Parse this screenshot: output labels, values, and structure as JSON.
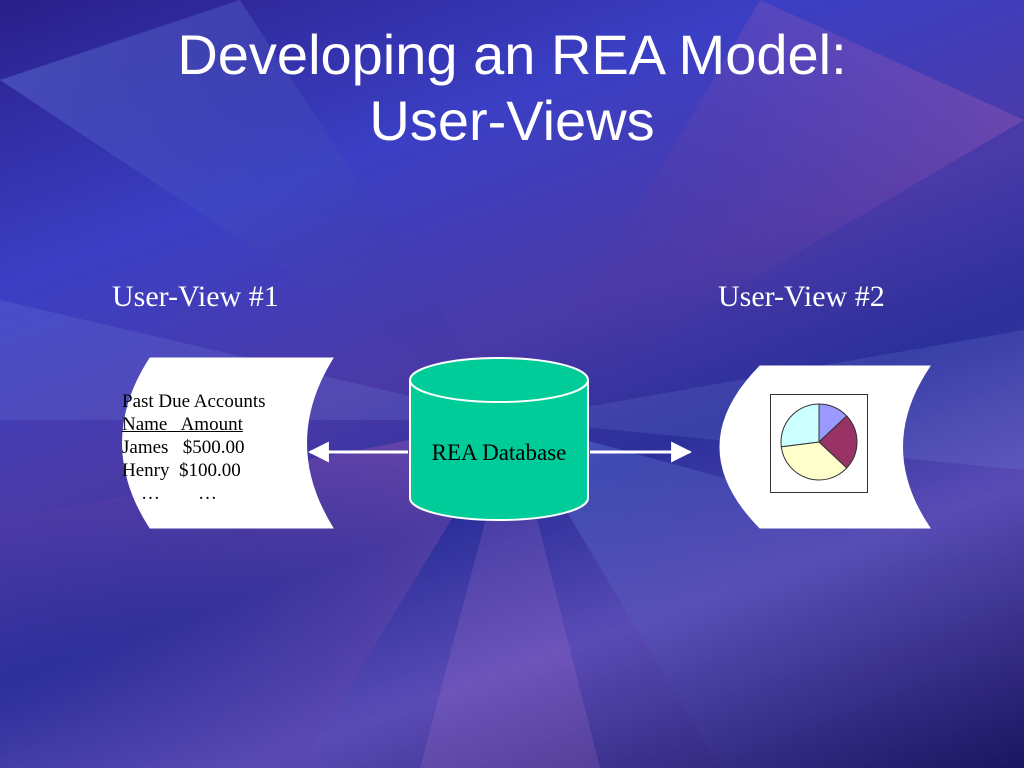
{
  "title_lines": [
    "Developing an REA Model:",
    "User-Views"
  ],
  "view1_label": "User-View #1",
  "view2_label": "User-View #2",
  "database_label": "REA Database",
  "view1_document": {
    "heading": "Past Due Accounts",
    "col_name": "Name",
    "col_amount": "Amount",
    "rows": [
      {
        "name": "James",
        "amount": "$500.00"
      },
      {
        "name": "Henry",
        "amount": "$100.00"
      },
      {
        "name": "…",
        "amount": "…"
      }
    ]
  },
  "colors": {
    "database_fill": "#00cc99",
    "pie": [
      "#9999ff",
      "#993366",
      "#ffffcc",
      "#ccffff"
    ]
  },
  "chart_data": {
    "type": "pie",
    "values": [
      13,
      24,
      36,
      27
    ]
  }
}
